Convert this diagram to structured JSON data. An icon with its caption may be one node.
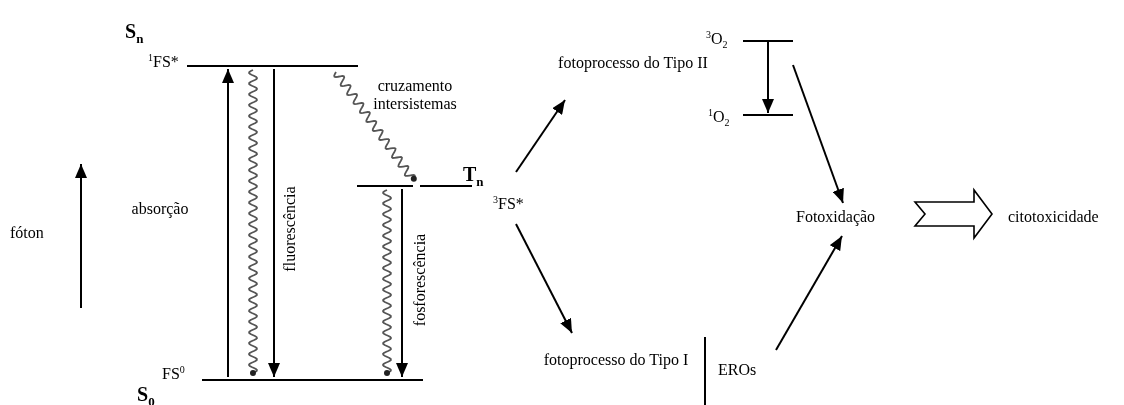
{
  "diagram": {
    "nodes": [
      {
        "text": [
          "S$_{n}$",
          "$^{1}$FS*"
        ]
      },
      {
        "text": [
          "T$_{n}$",
          "$^{3}$FS*"
        ]
      },
      {
        "text": [
          "S$_{0}$",
          "FS$^{0}$"
        ]
      },
      {
        "text": [
          "fotoprocesso do Tipo II"
        ]
      },
      {
        "text": [
          "fotoprocesso do Tipo I"
        ]
      },
      {
        "text": [
          "$^{3}$O$_{2}$"
        ]
      },
      {
        "text": [
          "$^{1}$O$_{2}$"
        ]
      },
      {
        "text": [
          "EROs"
        ]
      },
      {
        "text": [
          "Fotoxidação"
        ]
      },
      {
        "text": [
          "citotoxicidade"
        ]
      }
    ],
    "edges": [
      {
        "from": 2,
        "to": 0,
        "arrow": "to",
        "label": "absorção"
      },
      {
        "from": 0,
        "to": 2,
        "arrow": "to",
        "label": "fluorescência"
      },
      {
        "from": 0,
        "to": 2,
        "arrow": "other"
      },
      {
        "from": 0,
        "to": 1,
        "arrow": "other",
        "label": "cruzamento intersistemas"
      },
      {
        "from": 1,
        "to": 2,
        "arrow": "to",
        "label": "fosforescência"
      },
      {
        "from": 1,
        "to": 2,
        "arrow": "other"
      },
      {
        "from": 1,
        "to": 3,
        "arrow": "to"
      },
      {
        "from": 1,
        "to": 4,
        "arrow": "to"
      },
      {
        "from": 5,
        "to": 6,
        "arrow": "to"
      },
      {
        "from": 5,
        "to": 8,
        "arrow": "to"
      },
      {
        "from": 7,
        "to": 8,
        "arrow": "to"
      },
      {
        "from": 8,
        "to": 9,
        "arrow": "to",
        "style": "thick"
      }
    ],
    "labels": [
      "fóton"
    ]
  }
}
